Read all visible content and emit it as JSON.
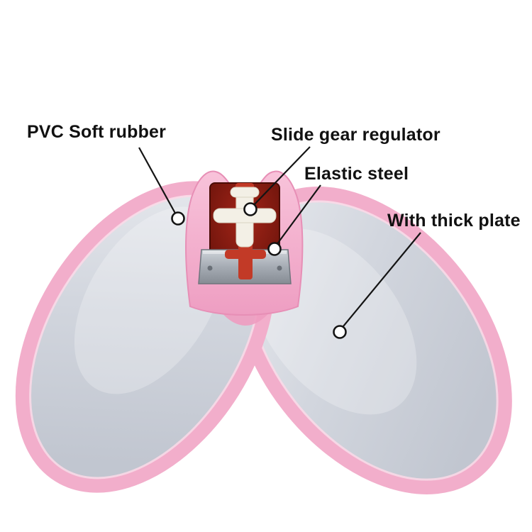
{
  "scene": {
    "background": "#ffffff"
  },
  "callouts": [
    {
      "id": "pvc-soft-rubber",
      "label": "PVC Soft rubber"
    },
    {
      "id": "slide-gear-regulator",
      "label": "Slide gear regulator"
    },
    {
      "id": "elastic-steel",
      "label": "Elastic steel"
    },
    {
      "id": "with-thick-plate",
      "label": "With thick plate"
    }
  ],
  "colors": {
    "rim_pink": "#f2aecb",
    "rim_highlight": "#fbd9e7",
    "housing_pink_light": "#f8c3da",
    "housing_pink_dark": "#ee9ec2",
    "paddle_silver": "#d0d4dc",
    "cavity_red": "#7c1810",
    "spring_red": "#c23a27",
    "gear_white": "#f3f0e6",
    "plate_steel": "#a6acb4",
    "label_text": "#111111",
    "callout_line": "#141414"
  }
}
